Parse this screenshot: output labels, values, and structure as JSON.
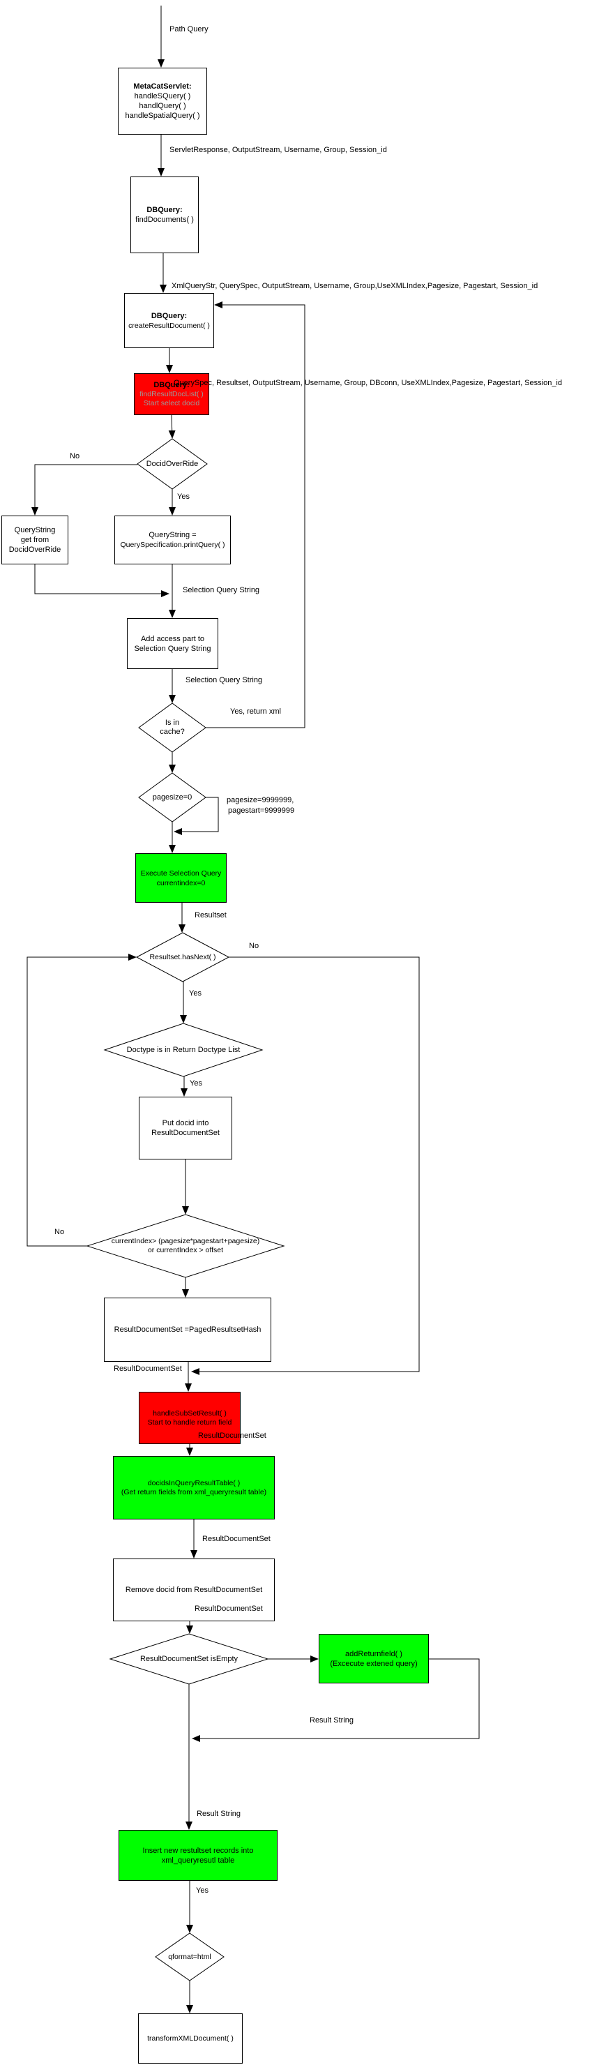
{
  "colors": {
    "red": "#ff0000",
    "green": "#00ff00",
    "muted": "#9a9a9a",
    "border": "#000000"
  },
  "nodes": {
    "metacatservlet": {
      "title": "MetaCatServlet:",
      "lines": [
        "handleSQuery( )",
        "handlQuery( )",
        "handleSpatialQuery( )"
      ]
    },
    "dbquery_find": {
      "title": "DBQuery:",
      "lines": [
        "findDocuments( )"
      ]
    },
    "dbquery_create": {
      "title": "DBQuery:",
      "lines": [
        "createResultDocument( )"
      ]
    },
    "find_result_doc_list": {
      "title": "DBQuery:",
      "lines": [
        "findResultDocList( )",
        "Start select docid"
      ]
    },
    "docid_override": {
      "label": "DocidOverRide"
    },
    "querystring_get": {
      "lines": [
        "QueryString",
        "get from",
        "DocidOverRide"
      ]
    },
    "querystring_print": {
      "lines": [
        "QueryString =",
        "QuerySpecification.printQuery( )"
      ]
    },
    "add_access": {
      "lines": [
        "Add access part to",
        "Selection Query String"
      ]
    },
    "is_in_cache": {
      "lines": [
        "Is in",
        "cache?"
      ]
    },
    "pagesize_zero": {
      "label": "pagesize=0"
    },
    "execute_selection": {
      "lines": [
        "Execute Selection Query",
        "currentindex=0"
      ]
    },
    "hasnext": {
      "label": "Resultset.hasNext( )"
    },
    "doctype_in_list": {
      "label": "Doctype is in Return Doctype List"
    },
    "put_docid": {
      "lines": [
        "Put docid into",
        "ResultDocumentSet"
      ]
    },
    "currentindex_check": {
      "lines": [
        "currentIndex> (pagesize*pagestart+pagesize)",
        "or currentIndex > offset"
      ]
    },
    "paged_hash": {
      "label": "ResultDocumentSet =PagedResultsetHash"
    },
    "handle_subset": {
      "lines": [
        "handleSubSetResult( )",
        "Start to handle return field"
      ]
    },
    "docids_in_table": {
      "lines": [
        "docidsInQueryResultTable( )",
        "(Get return fields from xml_queryresult table)"
      ]
    },
    "remove_docid": {
      "label": "Remove docid from ResultDocumentSet"
    },
    "isempty": {
      "label": "ResultDocumentSet isEmpty"
    },
    "add_returnfield": {
      "lines": [
        "addReturnfield( )",
        "(Excecute extened query)"
      ]
    },
    "insert_new": {
      "lines": [
        "Insert new restultset records into",
        "xml_queryresutl table"
      ]
    },
    "qformat": {
      "label": "qformat=html"
    },
    "transform": {
      "label": "transformXMLDocument( )"
    }
  },
  "edge_labels": {
    "path_query": "Path Query",
    "servlet_response": "ServletResponse, OutputStream,  Username, Group, Session_id",
    "xml_query_str": "XmlQueryStr, QuerySpec, OutputStream, Username, Group,UseXMLIndex,Pagesize, Pagestart, Session_id",
    "query_spec": "QuerySpec, Resultset, OutputStream, Username, Group, DBconn, UseXMLIndex,Pagesize, Pagestart, Session_id",
    "no_override": "No",
    "yes_override": "Yes",
    "selection_query_string_merge": "Selection Query String",
    "selection_query_string_2": "Selection Query String",
    "yes_return_xml": "Yes, return xml",
    "pagesize_big": "pagesize=9999999,",
    "pagestart_big": "pagestart=9999999",
    "resultset": "Resultset",
    "no_hasnext": "No",
    "yes_hasnext": "Yes",
    "yes_doctype": "Yes",
    "no_currentindex": "No",
    "resultdocumentset_merge": "ResultDocumentSet",
    "resultdocumentset_p_q": "ResultDocumentSet",
    "resultdocumentset_q_r": "ResultDocumentSet",
    "resultdocumentset_r_s": "ResultDocumentSet",
    "result_string_return": "Result String",
    "result_string_2": "Result String",
    "yes_insert": "Yes"
  }
}
